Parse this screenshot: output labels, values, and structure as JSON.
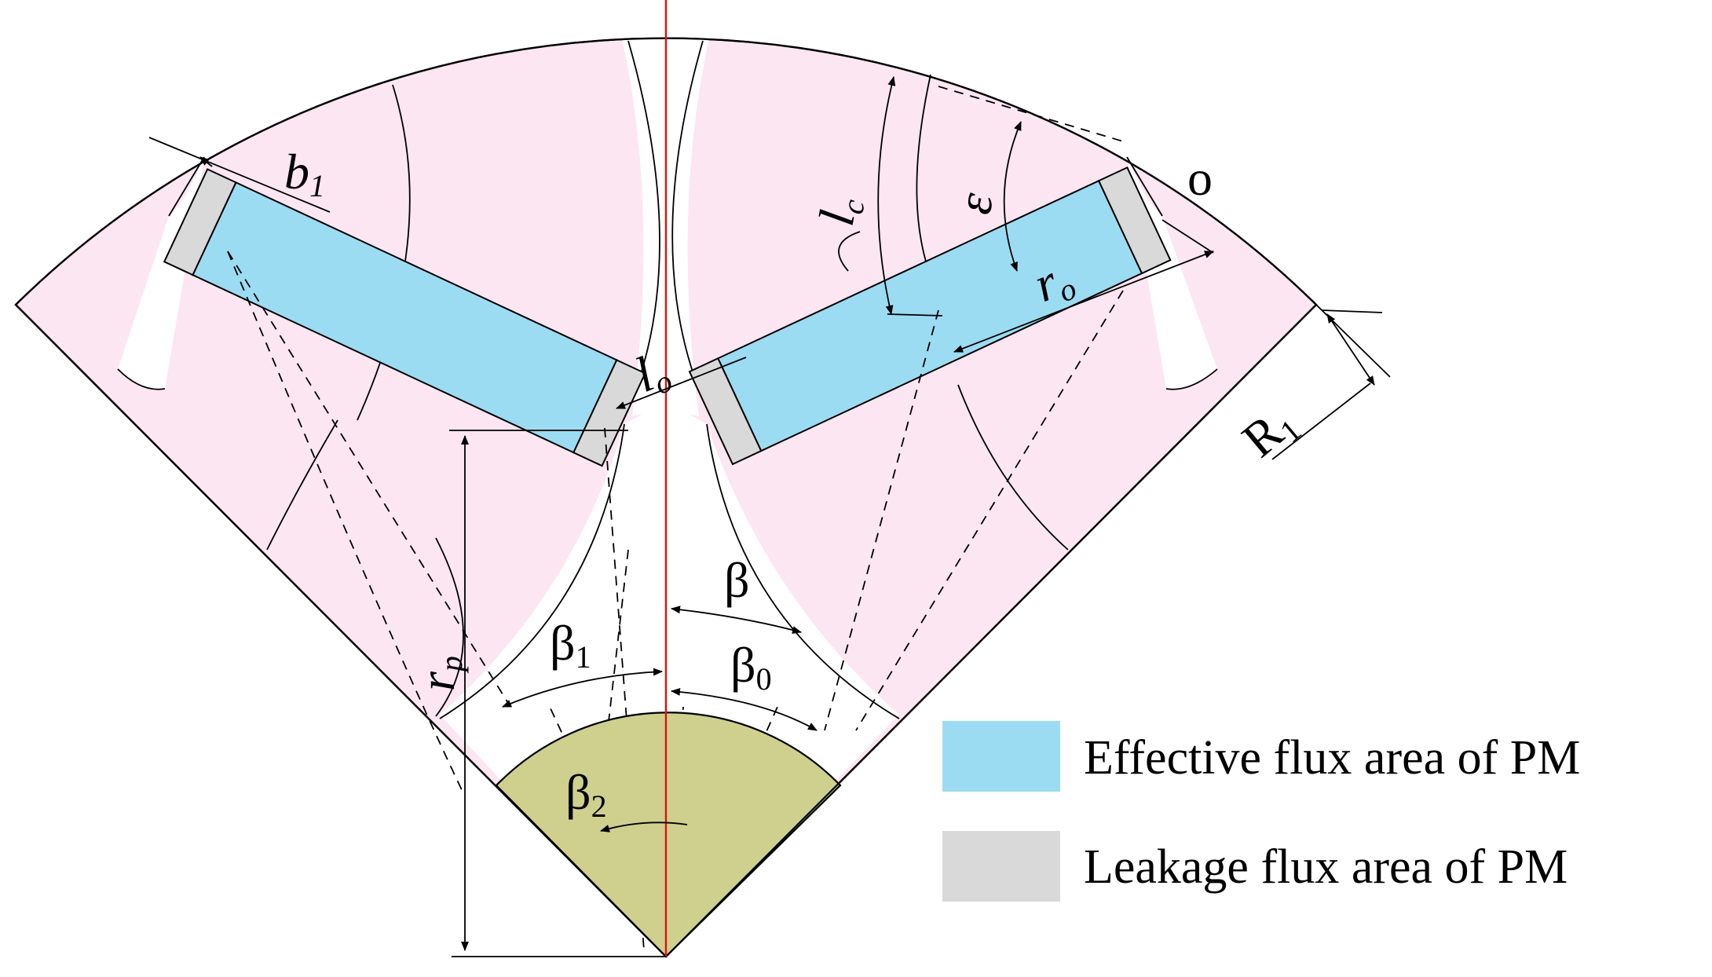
{
  "colors": {
    "iron": "#fbe6f1",
    "effective_pm": "#9cdcf2",
    "leakage_pm": "#d9d9d9",
    "shaft": "#cfd08e",
    "axis": "#dd1111",
    "line": "#000000"
  },
  "labels": {
    "b1": {
      "main": "b",
      "sub": "1"
    },
    "lc": {
      "main": "l",
      "sub": "c"
    },
    "epsilon": "ε",
    "o": "o",
    "ro": {
      "main": "r",
      "sub": "o"
    },
    "lo": {
      "main": "l",
      "sub": "o"
    },
    "R1": {
      "main": "R",
      "sub": "1"
    },
    "rp": {
      "main": "r",
      "sub": "p"
    },
    "beta": "β",
    "beta0": {
      "main": "β",
      "sub": "0"
    },
    "beta1": {
      "main": "β",
      "sub": "1"
    },
    "beta2": {
      "main": "β",
      "sub": "2"
    }
  },
  "legend": {
    "items": [
      {
        "label": "Effective flux area of PM",
        "color": "#9cdcf2"
      },
      {
        "label": "Leakage flux area of PM",
        "color": "#d9d9d9"
      }
    ]
  }
}
